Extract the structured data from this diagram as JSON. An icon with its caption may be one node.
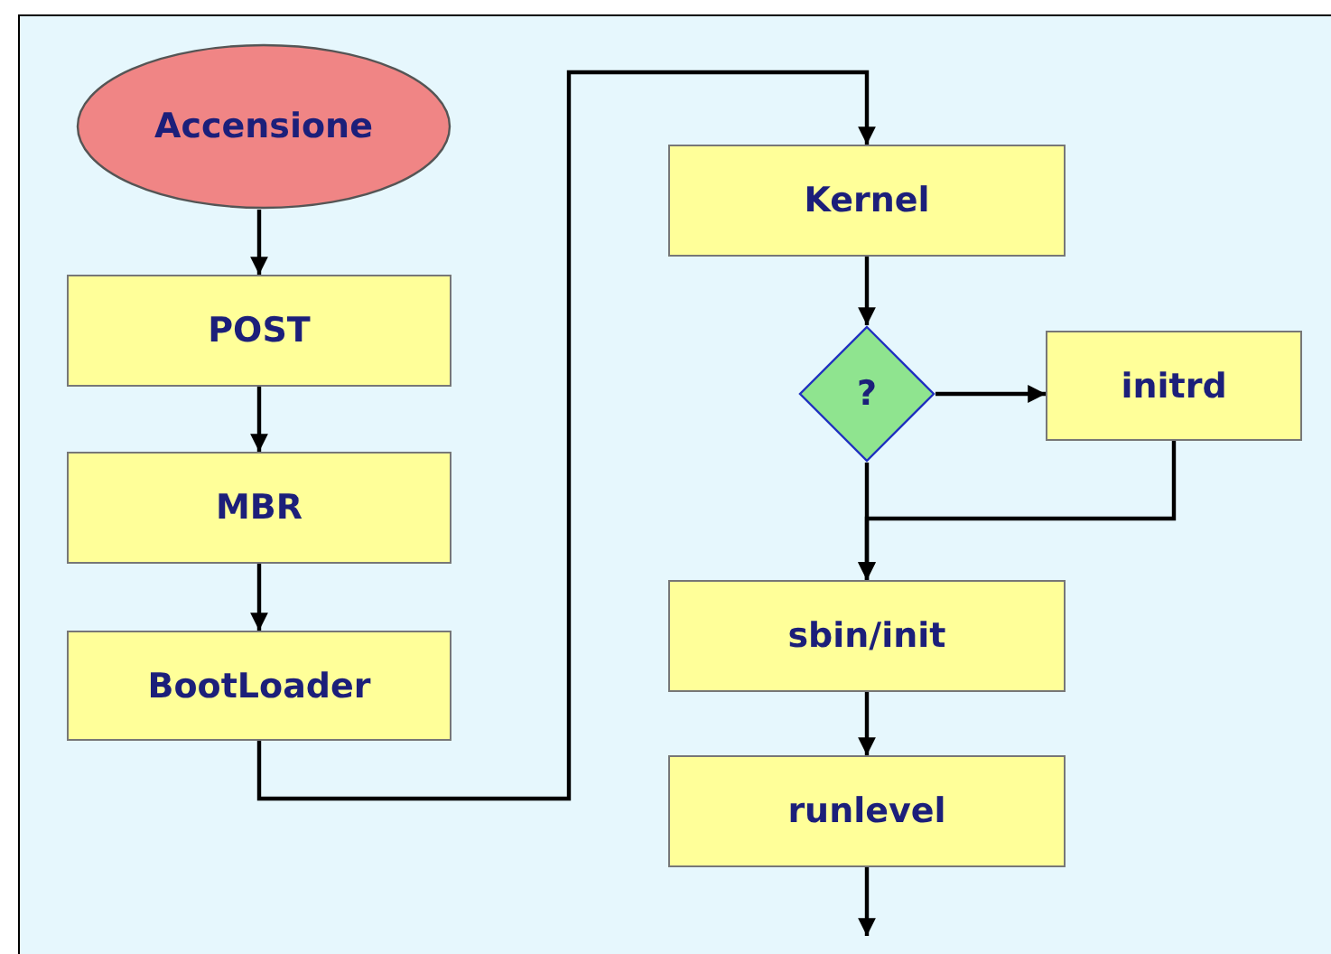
{
  "diagram": {
    "nodes": [
      {
        "text": [
          "Accensione"
        ]
      },
      {
        "text": [
          "POST"
        ]
      },
      {
        "text": [
          "MBR"
        ]
      },
      {
        "text": [
          "BootLoader"
        ]
      },
      {
        "text": [
          "Kernel"
        ]
      },
      {
        "text": [
          "?"
        ]
      },
      {
        "text": [
          "initrd"
        ]
      },
      {
        "text": [
          "sbin/init"
        ]
      },
      {
        "text": [
          "runlevel"
        ]
      }
    ],
    "edges": [
      {
        "from": 0,
        "to": 1,
        "arrow": "to"
      },
      {
        "from": 1,
        "to": 2,
        "arrow": "to"
      },
      {
        "from": 2,
        "to": 3,
        "arrow": "to"
      },
      {
        "from": 3,
        "to": 4,
        "arrow": "to"
      },
      {
        "from": 4,
        "to": 5,
        "arrow": "to"
      },
      {
        "from": 5,
        "to": 6,
        "arrow": "to"
      },
      {
        "from": 5,
        "to": 7,
        "arrow": "to"
      },
      {
        "from": 6,
        "to": 7,
        "arrow": "to"
      },
      {
        "from": 7,
        "to": 8,
        "arrow": "to"
      },
      {
        "from": 8,
        "to": null,
        "arrow": "to"
      }
    ]
  }
}
